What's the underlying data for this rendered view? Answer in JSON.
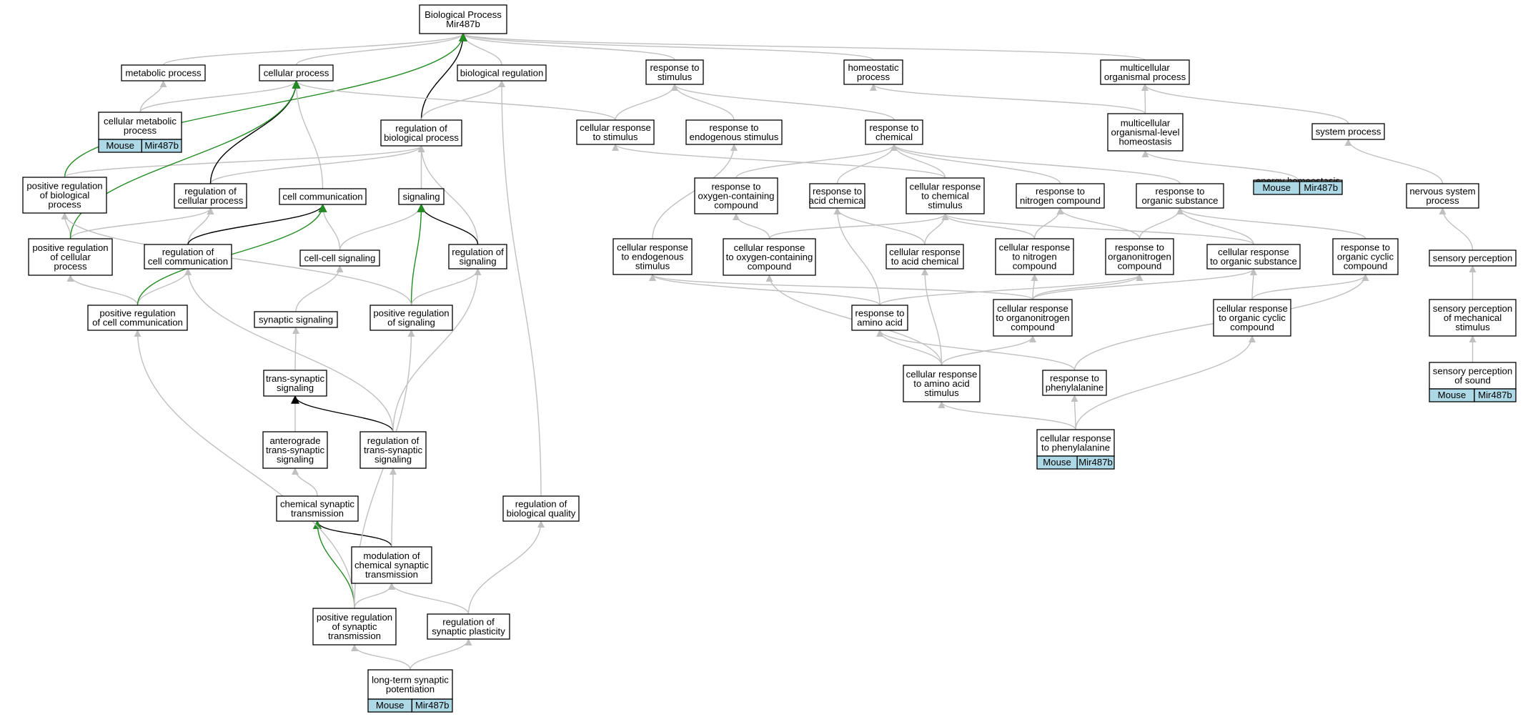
{
  "colors": {
    "gray": "#c0c0c0",
    "black": "#000000",
    "green": "#228b22",
    "badge": "#add8e6"
  },
  "nodes": {
    "bp": [
      "Biological Process",
      "Mir487b"
    ],
    "metabolic": [
      "metabolic process"
    ],
    "cellular_process": [
      "cellular process"
    ],
    "biological_regulation": [
      "biological regulation"
    ],
    "response_stimulus": [
      "response to",
      "stimulus"
    ],
    "homeostatic": [
      "homeostatic",
      "process"
    ],
    "multicellular_organismal": [
      "multicellular",
      "organismal process"
    ],
    "cellular_metabolic": [
      "cellular metabolic",
      "process"
    ],
    "regulation_bp": [
      "regulation of",
      "biological process"
    ],
    "cellular_response_stimulus": [
      "cellular response",
      "to stimulus"
    ],
    "response_endogenous": [
      "response to",
      "endogenous stimulus"
    ],
    "response_chemical": [
      "response to",
      "chemical"
    ],
    "mo_homeostasis": [
      "multicellular",
      "organismal-level",
      "homeostasis"
    ],
    "system_process": [
      "system process"
    ],
    "pos_reg_bp": [
      "positive regulation",
      "of biological",
      "process"
    ],
    "reg_cellular_process": [
      "regulation of",
      "cellular process"
    ],
    "cell_communication": [
      "cell communication"
    ],
    "signaling": [
      "signaling"
    ],
    "response_oxygen": [
      "response to",
      "oxygen-containing",
      "compound"
    ],
    "response_acid": [
      "response to",
      "acid chemical"
    ],
    "cr_chemical": [
      "cellular response",
      "to chemical",
      "stimulus"
    ],
    "response_nitrogen": [
      "response to",
      "nitrogen compound"
    ],
    "response_organic": [
      "response to",
      "organic substance"
    ],
    "energy_homeostasis": [
      "energy homeostasis"
    ],
    "nervous_system": [
      "nervous system",
      "process"
    ],
    "pos_reg_cellular": [
      "positive regulation",
      "of cellular",
      "process"
    ],
    "reg_cell_comm": [
      "regulation of",
      "cell communication"
    ],
    "cell_cell_signaling": [
      "cell-cell signaling"
    ],
    "reg_signaling": [
      "regulation of",
      "signaling"
    ],
    "cr_endogenous": [
      "cellular response",
      "to endogenous",
      "stimulus"
    ],
    "cr_oxygen": [
      "cellular response",
      "to oxygen-containing",
      "compound"
    ],
    "cr_acid": [
      "cellular response",
      "to acid chemical"
    ],
    "cr_nitrogen": [
      "cellular response",
      "to nitrogen",
      "compound"
    ],
    "response_organonitrogen": [
      "response to",
      "organonitrogen",
      "compound"
    ],
    "cr_organic": [
      "cellular response",
      "to organic substance"
    ],
    "response_organic_cyclic": [
      "response to",
      "organic cyclic",
      "compound"
    ],
    "sensory_perception": [
      "sensory perception"
    ],
    "pos_reg_cell_comm": [
      "positive regulation",
      "of cell communication"
    ],
    "synaptic_signaling": [
      "synaptic signaling"
    ],
    "pos_reg_signaling": [
      "positive regulation",
      "of signaling"
    ],
    "response_amino": [
      "response to",
      "amino acid"
    ],
    "cr_organonitrogen": [
      "cellular response",
      "to organonitrogen",
      "compound"
    ],
    "cr_organic_cyclic": [
      "cellular response",
      "to organic cyclic",
      "compound"
    ],
    "sp_mechanical": [
      "sensory perception",
      "of mechanical",
      "stimulus"
    ],
    "trans_synaptic": [
      "trans-synaptic",
      "signaling"
    ],
    "cr_amino": [
      "cellular response",
      "to amino acid",
      "stimulus"
    ],
    "response_phenylalanine": [
      "response to",
      "phenylalanine"
    ],
    "sp_sound": [
      "sensory perception",
      "of sound"
    ],
    "anterograde": [
      "anterograde",
      "trans-synaptic",
      "signaling"
    ],
    "reg_trans_synaptic": [
      "regulation of",
      "trans-synaptic",
      "signaling"
    ],
    "cr_phenylalanine": [
      "cellular response",
      "to phenylalanine"
    ],
    "chemical_synaptic": [
      "chemical synaptic",
      "transmission"
    ],
    "reg_biological_quality": [
      "regulation of",
      "biological quality"
    ],
    "modulation_chemical": [
      "modulation of",
      "chemical synaptic",
      "transmission"
    ],
    "pos_reg_synaptic_trans": [
      "positive regulation",
      "of synaptic",
      "transmission"
    ],
    "reg_synaptic_plasticity": [
      "regulation of",
      "synaptic plasticity"
    ],
    "ltp": [
      "long-term synaptic",
      "potentiation"
    ]
  },
  "badges": {
    "cellular_metabolic": [
      "Mouse",
      "Mir487b"
    ],
    "energy_homeostasis": [
      "Mouse",
      "Mir487b"
    ],
    "sp_sound": [
      "Mouse",
      "Mir487b"
    ],
    "cr_phenylalanine": [
      "Mouse",
      "Mir487b"
    ],
    "ltp": [
      "Mouse",
      "Mir487b"
    ]
  },
  "edges": [
    [
      "metabolic",
      "bp",
      "gray"
    ],
    [
      "cellular_process",
      "bp",
      "gray"
    ],
    [
      "biological_regulation",
      "bp",
      "gray"
    ],
    [
      "response_stimulus",
      "bp",
      "gray"
    ],
    [
      "homeostatic",
      "bp",
      "gray"
    ],
    [
      "multicellular_organismal",
      "bp",
      "gray"
    ],
    [
      "regulation_bp",
      "bp",
      "black"
    ],
    [
      "pos_reg_bp",
      "bp",
      "green"
    ],
    [
      "cellular_metabolic",
      "metabolic",
      "gray"
    ],
    [
      "cellular_metabolic",
      "cellular_process",
      "gray"
    ],
    [
      "regulation_bp",
      "biological_regulation",
      "gray"
    ],
    [
      "cellular_response_stimulus",
      "cellular_process",
      "gray"
    ],
    [
      "cellular_response_stimulus",
      "response_stimulus",
      "gray"
    ],
    [
      "response_endogenous",
      "response_stimulus",
      "gray"
    ],
    [
      "response_chemical",
      "response_stimulus",
      "gray"
    ],
    [
      "mo_homeostasis",
      "homeostatic",
      "gray"
    ],
    [
      "mo_homeostasis",
      "multicellular_organismal",
      "gray"
    ],
    [
      "system_process",
      "multicellular_organismal",
      "gray"
    ],
    [
      "pos_reg_bp",
      "regulation_bp",
      "gray"
    ],
    [
      "reg_cellular_process",
      "regulation_bp",
      "gray"
    ],
    [
      "reg_cellular_process",
      "cellular_process",
      "black"
    ],
    [
      "cell_communication",
      "cellular_process",
      "gray"
    ],
    [
      "signaling",
      "regulation_bp",
      "gray"
    ],
    [
      "reg_signaling",
      "regulation_bp",
      "gray"
    ],
    [
      "response_oxygen",
      "response_chemical",
      "gray"
    ],
    [
      "response_acid",
      "response_chemical",
      "gray"
    ],
    [
      "cr_chemical",
      "response_chemical",
      "gray"
    ],
    [
      "cr_chemical",
      "cellular_response_stimulus",
      "gray"
    ],
    [
      "response_nitrogen",
      "response_chemical",
      "gray"
    ],
    [
      "response_organic",
      "response_chemical",
      "gray"
    ],
    [
      "energy_homeostasis",
      "mo_homeostasis",
      "gray"
    ],
    [
      "nervous_system",
      "system_process",
      "gray"
    ],
    [
      "pos_reg_cellular",
      "pos_reg_bp",
      "gray"
    ],
    [
      "pos_reg_cellular",
      "reg_cellular_process",
      "gray"
    ],
    [
      "pos_reg_cellular",
      "cellular_process",
      "green"
    ],
    [
      "reg_cell_comm",
      "reg_cellular_process",
      "gray"
    ],
    [
      "reg_cell_comm",
      "cell_communication",
      "black"
    ],
    [
      "cell_cell_signaling",
      "cell_communication",
      "gray"
    ],
    [
      "cell_cell_signaling",
      "signaling",
      "gray"
    ],
    [
      "reg_signaling",
      "signaling",
      "black"
    ],
    [
      "cr_endogenous",
      "response_endogenous",
      "gray"
    ],
    [
      "cr_oxygen",
      "response_oxygen",
      "gray"
    ],
    [
      "cr_oxygen",
      "cr_chemical",
      "gray"
    ],
    [
      "cr_acid",
      "response_acid",
      "gray"
    ],
    [
      "cr_acid",
      "cr_chemical",
      "gray"
    ],
    [
      "cr_nitrogen",
      "response_nitrogen",
      "gray"
    ],
    [
      "cr_nitrogen",
      "cr_chemical",
      "gray"
    ],
    [
      "response_organonitrogen",
      "response_nitrogen",
      "gray"
    ],
    [
      "response_organonitrogen",
      "response_organic",
      "gray"
    ],
    [
      "cr_organic",
      "response_organic",
      "gray"
    ],
    [
      "cr_organic",
      "cr_chemical",
      "gray"
    ],
    [
      "response_organic_cyclic",
      "response_organic",
      "gray"
    ],
    [
      "sensory_perception",
      "nervous_system",
      "gray"
    ],
    [
      "pos_reg_cell_comm",
      "pos_reg_cellular",
      "gray"
    ],
    [
      "pos_reg_cell_comm",
      "reg_cell_comm",
      "gray"
    ],
    [
      "pos_reg_cell_comm",
      "cell_communication",
      "green"
    ],
    [
      "synaptic_signaling",
      "cell_cell_signaling",
      "gray"
    ],
    [
      "pos_reg_signaling",
      "reg_signaling",
      "gray"
    ],
    [
      "pos_reg_signaling",
      "signaling",
      "green"
    ],
    [
      "pos_reg_signaling",
      "pos_reg_bp",
      "gray"
    ],
    [
      "response_amino",
      "response_acid",
      "gray"
    ],
    [
      "response_amino",
      "response_organonitrogen",
      "gray"
    ],
    [
      "response_amino",
      "cr_endogenous",
      "gray"
    ],
    [
      "cr_organonitrogen",
      "cr_nitrogen",
      "gray"
    ],
    [
      "cr_organonitrogen",
      "response_organonitrogen",
      "gray"
    ],
    [
      "cr_organonitrogen",
      "cr_organic",
      "gray"
    ],
    [
      "cr_organonitrogen",
      "cr_endogenous",
      "gray"
    ],
    [
      "cr_organic_cyclic",
      "cr_organic",
      "gray"
    ],
    [
      "cr_organic_cyclic",
      "response_organic_cyclic",
      "gray"
    ],
    [
      "sp_mechanical",
      "sensory_perception",
      "gray"
    ],
    [
      "trans_synaptic",
      "synaptic_signaling",
      "gray"
    ],
    [
      "cr_amino",
      "response_amino",
      "gray"
    ],
    [
      "cr_amino",
      "cr_acid",
      "gray"
    ],
    [
      "cr_amino",
      "cr_organonitrogen",
      "gray"
    ],
    [
      "cr_amino",
      "cr_oxygen",
      "gray"
    ],
    [
      "response_phenylalanine",
      "response_amino",
      "gray"
    ],
    [
      "response_phenylalanine",
      "response_organic_cyclic",
      "gray"
    ],
    [
      "sp_sound",
      "sp_mechanical",
      "gray"
    ],
    [
      "anterograde",
      "trans_synaptic",
      "gray"
    ],
    [
      "reg_trans_synaptic",
      "trans_synaptic",
      "black"
    ],
    [
      "reg_trans_synaptic",
      "reg_cell_comm",
      "gray"
    ],
    [
      "reg_trans_synaptic",
      "reg_signaling",
      "gray"
    ],
    [
      "cr_phenylalanine",
      "response_phenylalanine",
      "gray"
    ],
    [
      "cr_phenylalanine",
      "cr_amino",
      "gray"
    ],
    [
      "cr_phenylalanine",
      "cr_organic_cyclic",
      "gray"
    ],
    [
      "chemical_synaptic",
      "anterograde",
      "gray"
    ],
    [
      "reg_biological_quality",
      "biological_regulation",
      "gray"
    ],
    [
      "modulation_chemical",
      "chemical_synaptic",
      "black"
    ],
    [
      "modulation_chemical",
      "reg_trans_synaptic",
      "gray"
    ],
    [
      "pos_reg_synaptic_trans",
      "modulation_chemical",
      "gray"
    ],
    [
      "pos_reg_synaptic_trans",
      "chemical_synaptic",
      "green"
    ],
    [
      "pos_reg_synaptic_trans",
      "pos_reg_cell_comm",
      "gray"
    ],
    [
      "pos_reg_synaptic_trans",
      "pos_reg_signaling",
      "gray"
    ],
    [
      "reg_synaptic_plasticity",
      "modulation_chemical",
      "gray"
    ],
    [
      "reg_synaptic_plasticity",
      "reg_biological_quality",
      "gray"
    ],
    [
      "ltp",
      "pos_reg_synaptic_trans",
      "gray"
    ],
    [
      "ltp",
      "reg_synaptic_plasticity",
      "gray"
    ]
  ]
}
